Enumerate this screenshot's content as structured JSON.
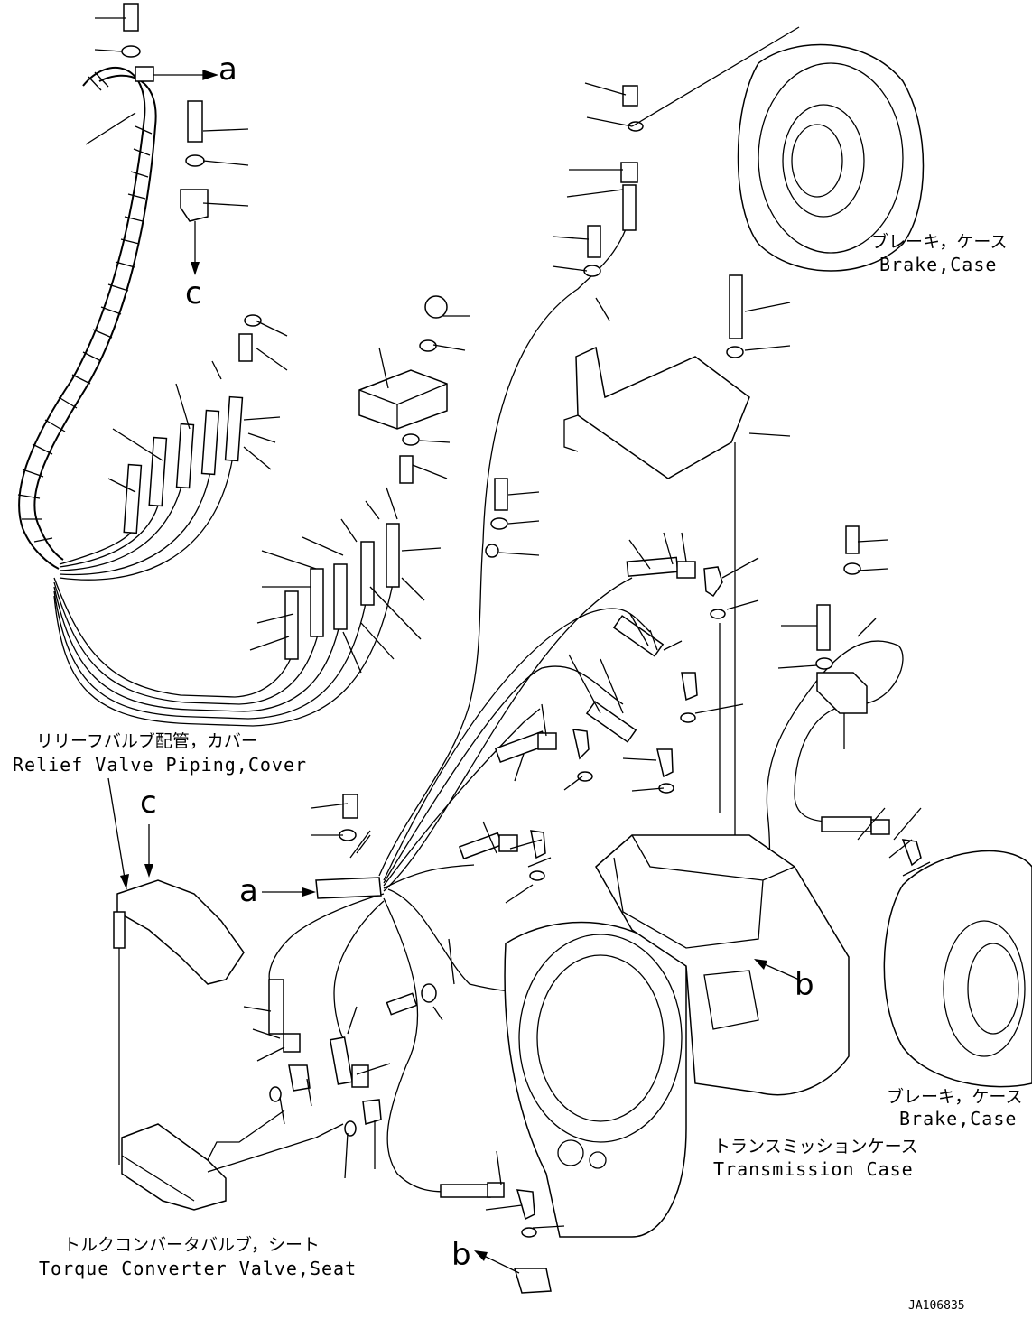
{
  "labels": {
    "brake_case_1_jp": "ブレーキ，ケース",
    "brake_case_1_en": "Brake,Case",
    "brake_case_2_jp": "ブレーキ，ケース",
    "brake_case_2_en": "Brake,Case",
    "relief_jp": "リリーフバルブ配管，カバー",
    "relief_en": "Relief Valve Piping,Cover",
    "transmission_jp": "トランスミッションケース",
    "transmission_en": "Transmission Case",
    "torque_jp": "トルクコンバータバルブ，シート",
    "torque_en": "Torque Converter Valve,Seat",
    "drawing_code": "JA106835"
  },
  "reference_letters": {
    "a_top": "a",
    "a_left": "a",
    "b_right": "b",
    "b_bottom": "b",
    "c_upper": "c",
    "c_lower": "c"
  }
}
